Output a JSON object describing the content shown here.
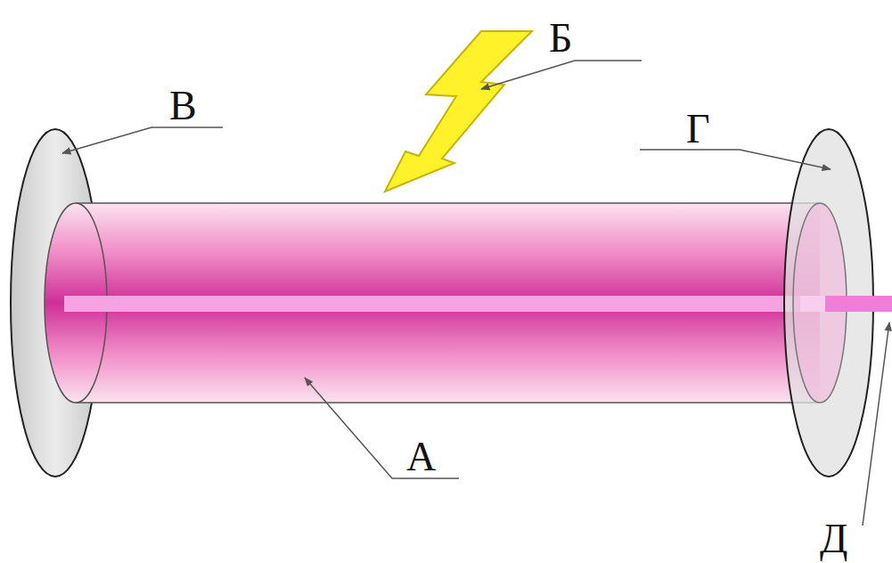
{
  "diagram": {
    "labels": [
      "Б",
      "В",
      "Г",
      "А",
      "Д"
    ]
  }
}
